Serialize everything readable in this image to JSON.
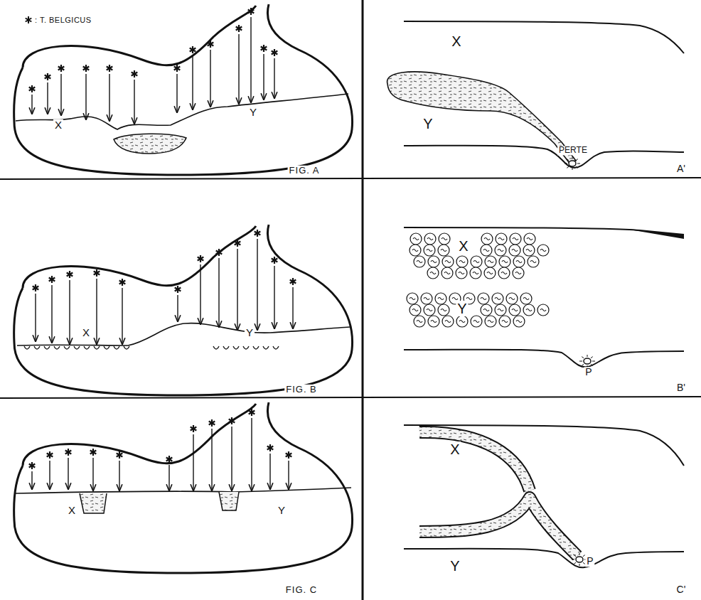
{
  "diagram": {
    "labels": [
      "X",
      "Y",
      "FIG. A",
      "A'",
      "X",
      "Y",
      "PERTE",
      "X",
      "Y",
      "FIG. B",
      "B'",
      "X",
      "Y",
      "P",
      "X",
      "Y",
      "FIG. C",
      "C'",
      "X",
      "Y",
      "P"
    ],
    "legend": [
      {
        "text": ": T. BELGICUS"
      }
    ]
  }
}
